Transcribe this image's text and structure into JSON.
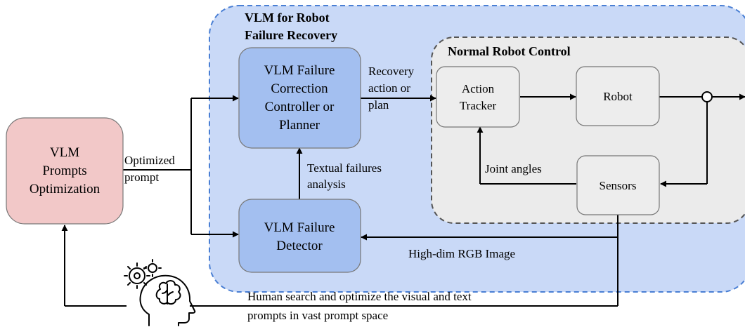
{
  "regions": {
    "vlm_region_title_line1": "VLM for Robot",
    "vlm_region_title_line2": "Failure Recovery",
    "control_region_title": "Normal Robot Control"
  },
  "blocks": {
    "prompts_opt": [
      "VLM",
      "Prompts",
      "Optimization"
    ],
    "correction": [
      "VLM Failure",
      "Correction",
      "Controller or",
      "Planner"
    ],
    "detector": [
      "VLM Failure",
      "Detector"
    ],
    "tracker": [
      "Action",
      "Tracker"
    ],
    "robot": [
      "Robot"
    ],
    "sensors": [
      "Sensors"
    ]
  },
  "edge_labels": {
    "optimized_prompt": [
      "Optimized",
      "prompt"
    ],
    "recovery_action": [
      "Recovery",
      "action or",
      "plan"
    ],
    "textual_failures": [
      "Textual failures",
      "analysis"
    ],
    "joint_angles": [
      "Joint angles"
    ],
    "rgb_image": [
      "High-dim RGB Image"
    ],
    "human_search": [
      "Human search and optimize the visual and text",
      "prompts in vast prompt space"
    ]
  },
  "colors": {
    "vlm_region_fill": "#c9d9f7",
    "vlm_region_border": "#4a7fd4",
    "control_region_fill": "#ebebeb",
    "control_region_border": "#555555",
    "prompt_block_fill": "#f2c8c8",
    "vlm_block_fill": "#a3bff0",
    "control_block_fill": "#ededed"
  },
  "icons": [
    "human-brain-gears-icon"
  ]
}
